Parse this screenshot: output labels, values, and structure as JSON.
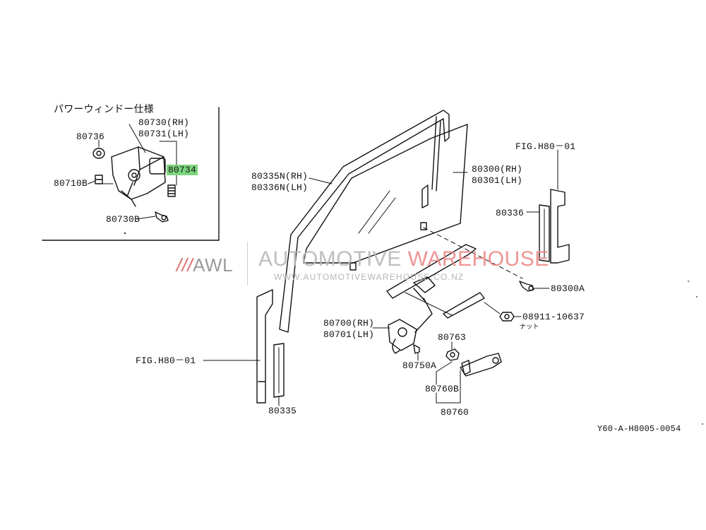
{
  "inset": {
    "title": "パワーウィンドー仕様",
    "labels": {
      "p80736": "80736",
      "p80730": "80730(RH)",
      "p80731": "80731(LH)",
      "p80734": "80734",
      "p80710b": "80710B",
      "p80730b": "80730B"
    }
  },
  "labels": {
    "p80335n": "80335N(RH)",
    "p80336n": "80336N(LH)",
    "p80300": "80300(RH)",
    "p80301": "80301(LH)",
    "fig_right": "FIG.H80－01",
    "p80336": "80336",
    "p80300a": "80300A",
    "p08911": "08911-10637",
    "nut": "ナット",
    "p80700": "80700(RH)",
    "p80701": "80701(LH)",
    "p80763": "80763",
    "p80750a": "80750A",
    "fig_left": "FIG.H80－01",
    "p80760b": "80760B",
    "p80760": "80760",
    "p80335": "80335"
  },
  "watermark": {
    "brand_short_slash": "///",
    "brand_short": "AWL",
    "brand_a": "AUTOMOTIVE ",
    "brand_b": "WAREHOUSE",
    "url": "WWW.AUTOMOTIVEWAREHOUSE.CO.NZ"
  },
  "ref_code": "Y60-A-H8005-0054",
  "colors": {
    "highlight": "#7cd67c",
    "ink": "#111111",
    "watermark_red": "#ec8a8a"
  }
}
